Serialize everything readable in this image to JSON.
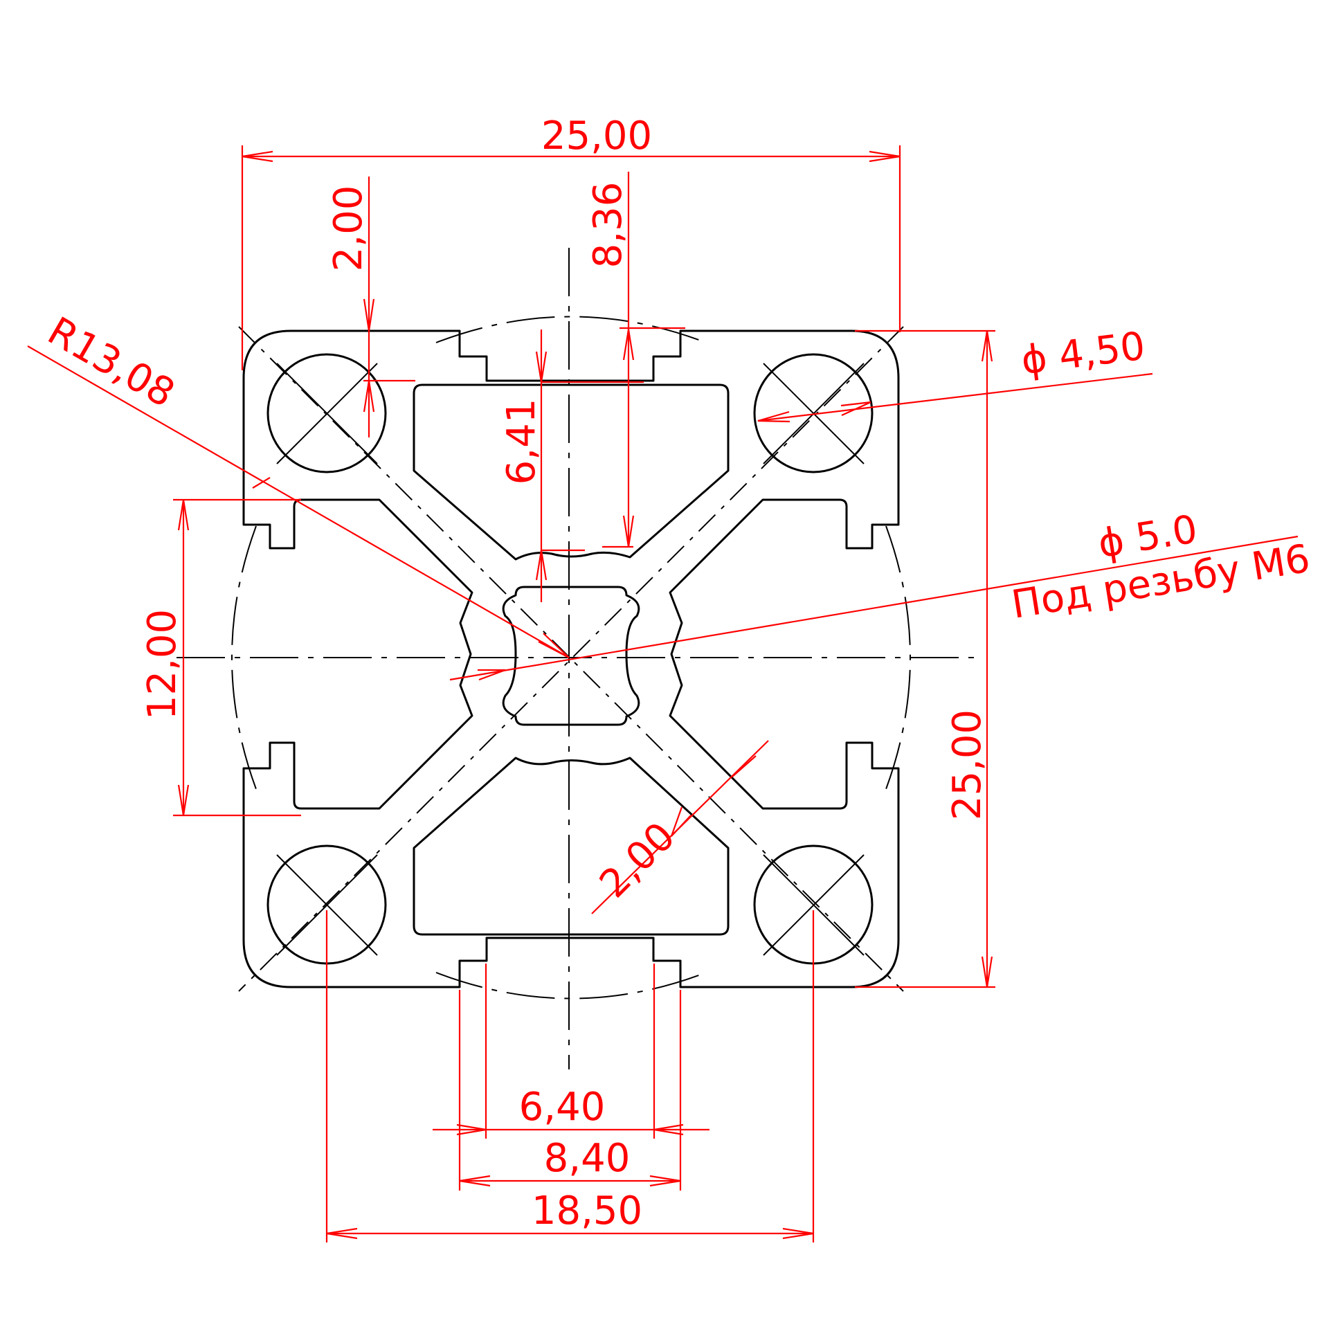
{
  "colors": {
    "outline": "#000000",
    "dimension": "#ff0000",
    "background": "#ffffff"
  },
  "dimensions": {
    "overall_width": "25,00",
    "overall_height": "25,00",
    "wall_thickness_top": "2,00",
    "slot_depth": "8,36",
    "inner_depth": "6,41",
    "radius": "R13,08",
    "hole_diameter": "ϕ 4,50",
    "center_bore_diameter": "ϕ 5.0",
    "center_bore_note": "Под резьбу М6",
    "slot_width_left": "12,00",
    "web_thickness": "2,00",
    "slot_opening": "6,40",
    "slot_width": "8,40",
    "hole_spacing": "18,50"
  }
}
